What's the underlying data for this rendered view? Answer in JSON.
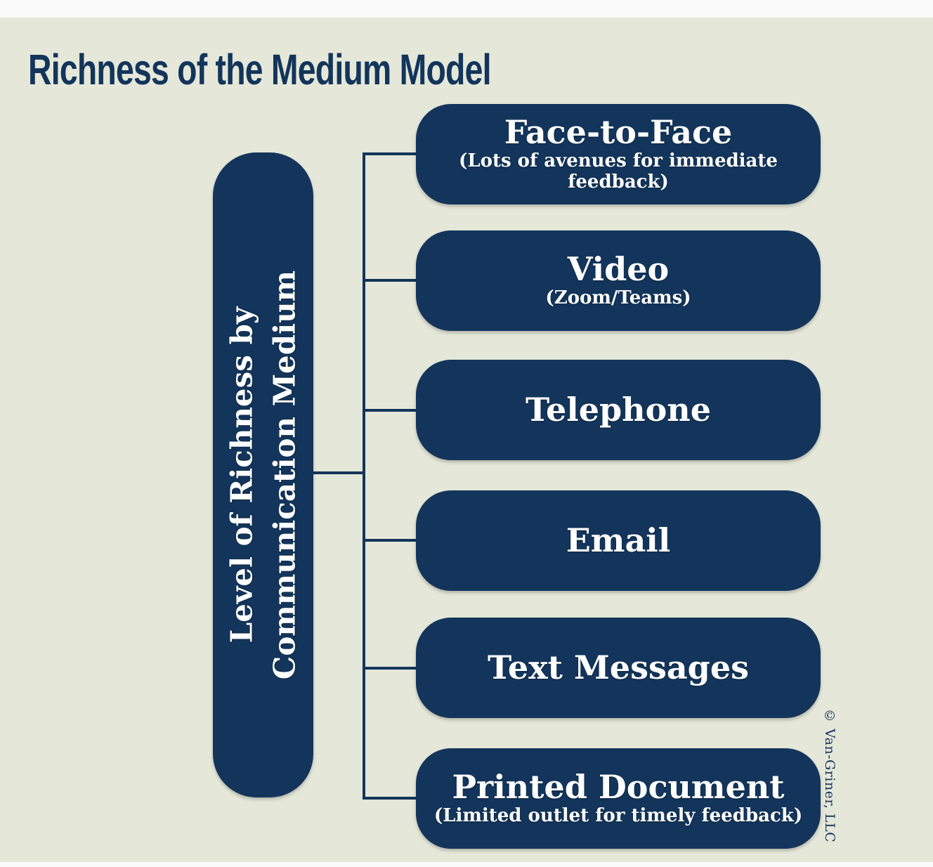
{
  "page": {
    "title": "Richness of the Medium Model",
    "copyright": "© Van-Griner, LLC"
  },
  "colors": {
    "navy": "#13355B",
    "canvas": "#E5E7D9",
    "frame": "#FBFBFB",
    "text_light": "#FFFFFF"
  },
  "axis": {
    "line1": "Level of Richness by",
    "line2": "Communication Medium"
  },
  "diagram": {
    "type": "tree",
    "orientation": "left-to-right",
    "nodes": [
      {
        "label": "Face-to-Face",
        "sublabel": "(Lots of avenues for immediate feedback)"
      },
      {
        "label": "Video",
        "sublabel": "(Zoom/Teams)"
      },
      {
        "label": "Telephone",
        "sublabel": ""
      },
      {
        "label": "Email",
        "sublabel": ""
      },
      {
        "label": "Text Messages",
        "sublabel": ""
      },
      {
        "label": "Printed Document",
        "sublabel": "(Limited outlet for timely feedback)"
      }
    ]
  }
}
